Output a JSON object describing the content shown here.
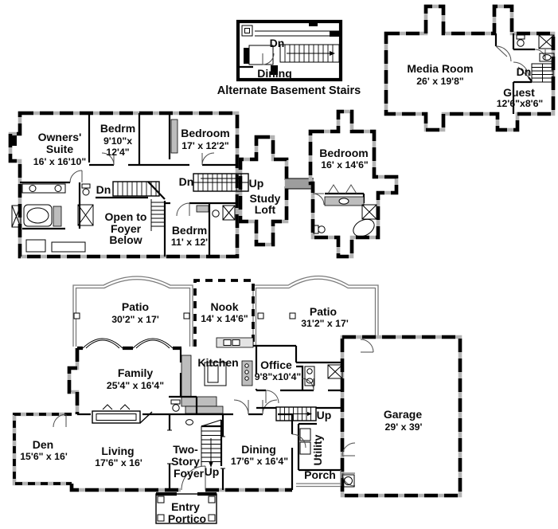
{
  "plan_colors": {
    "wall": "#000000",
    "window_gap": "#b3b3b3",
    "fixture_gray": "#bdbdbd",
    "background": "#ffffff"
  },
  "inset": {
    "dn": "Dn",
    "dining": "Dining",
    "caption": "Alternate Basement Stairs"
  },
  "bonus_floor": {
    "media_room": {
      "name": "Media Room",
      "dims": "26' x 19'8\""
    },
    "dn": "Dn",
    "guest": {
      "name": "Guest",
      "dims": "12'6\"x8'6\""
    }
  },
  "second_floor": {
    "owners_suite": {
      "name1": "Owners'",
      "name2": "Suite",
      "dims": "16' x 16'10\""
    },
    "bedrm_small": {
      "name": "Bedrm",
      "dims1": "9'10\"x",
      "dims2": "12'4\""
    },
    "bedroom_17": {
      "name": "Bedroom",
      "dims": "17' x 12'2\""
    },
    "dn_left": "Dn",
    "dn_center": "Dn",
    "up": "Up",
    "open_to_foyer": {
      "line1": "Open to",
      "line2": "Foyer",
      "line3": "Below"
    },
    "study_loft": {
      "line1": "Study",
      "line2": "Loft"
    },
    "bedrm_11": {
      "name": "Bedrm",
      "dims": "11' x 12'"
    },
    "bedroom_16": {
      "name": "Bedroom",
      "dims": "16' x 14'6\""
    }
  },
  "first_floor": {
    "patio_left": {
      "name": "Patio",
      "dims": "30'2\" x 17'"
    },
    "nook": {
      "name": "Nook",
      "dims": "14' x 14'6\""
    },
    "patio_right": {
      "name": "Patio",
      "dims": "31'2\" x 17'"
    },
    "family": {
      "name": "Family",
      "dims": "25'4\" x 16'4\""
    },
    "kitchen": {
      "name": "Kitchen"
    },
    "office": {
      "name": "Office",
      "dims": "9'8\"x10'4\""
    },
    "garage": {
      "name": "Garage",
      "dims": "29' x 39'"
    },
    "den": {
      "name": "Den",
      "dims": "15'6\" x 16'"
    },
    "living": {
      "name": "Living",
      "dims": "17'6\" x 16'"
    },
    "foyer": {
      "line1": "Two-",
      "line2": "Story",
      "line3": "Foyer"
    },
    "up_foyer": "Up",
    "up_back": "Up",
    "dining": {
      "name": "Dining",
      "dims": "17'6\" x 16'4\""
    },
    "utility": "Utility",
    "porch": "Porch",
    "entry_portico": {
      "line1": "Entry",
      "line2": "Portico"
    }
  }
}
